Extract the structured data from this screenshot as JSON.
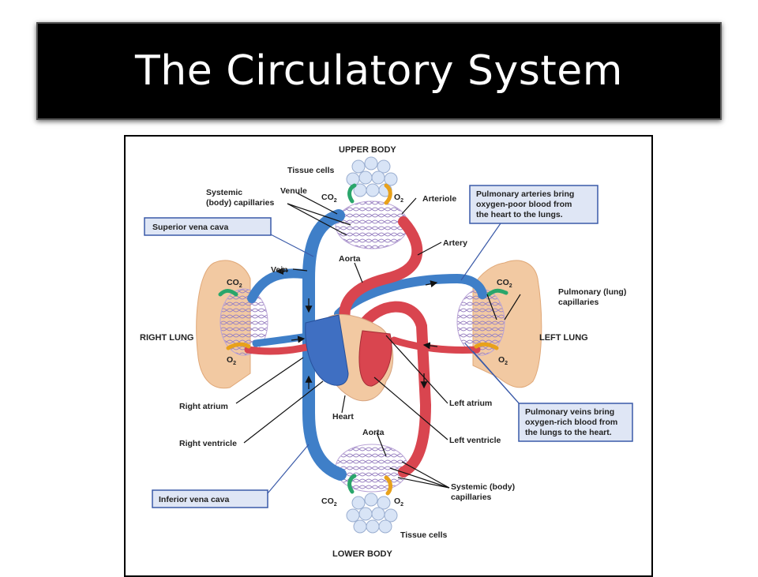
{
  "slide": {
    "title": "The Circulatory System"
  },
  "labels": {
    "upper_body": "UPPER BODY",
    "lower_body": "LOWER BODY",
    "tissue_cells_top": "Tissue cells",
    "tissue_cells_bottom": "Tissue cells",
    "systemic_top_1": "Systemic",
    "systemic_top_2": "(body) capillaries",
    "venule": "Venule",
    "arteriole": "Arteriole",
    "artery": "Artery",
    "aorta_top": "Aorta",
    "aorta_bottom": "Aorta",
    "vein": "Vein",
    "right_lung": "RIGHT LUNG",
    "left_lung": "LEFT LUNG",
    "pulm_cap_1": "Pulmonary (lung)",
    "pulm_cap_2": "capillaries",
    "right_atrium": "Right atrium",
    "right_ventricle": "Right ventricle",
    "heart": "Heart",
    "left_atrium": "Left atrium",
    "left_ventricle": "Left ventricle",
    "systemic_bottom_1": "Systemic (body)",
    "systemic_bottom_2": "capillaries",
    "co2": "CO",
    "o2": "O",
    "sub2": "2"
  },
  "callouts": {
    "superior_vena_cava": "Superior vena cava",
    "inferior_vena_cava": "Inferior vena cava",
    "pulm_arteries": [
      "Pulmonary arteries bring",
      "oxygen-poor blood from",
      "the heart to the lungs."
    ],
    "pulm_veins": [
      "Pulmonary veins bring",
      "oxygen-rich blood from",
      "the lungs to the heart."
    ]
  },
  "colors": {
    "oxygen_poor": "#3f7fc8",
    "oxygen_rich": "#d9454f",
    "capillary": "#b9a3d6",
    "lung": "#f2c9a2",
    "callout_bg": "#dfe6f5",
    "callout_border": "#3a5aa8"
  }
}
